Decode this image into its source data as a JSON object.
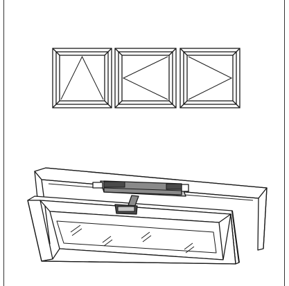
{
  "caption": "",
  "colors": {
    "line": "#1a1a1a",
    "frame_fill": "#ffffff",
    "border": "#333333",
    "actuator_dark": "#4a4a4a",
    "actuator_mid": "#8a8a8a",
    "actuator_light": "#c8c8c8"
  },
  "diagram": {
    "window_icons": [
      {
        "name": "window-icon-bottom-hung",
        "opening": "top-hinged-triangle"
      },
      {
        "name": "window-icon-side-hung-right",
        "opening": "left-pointing-triangle"
      },
      {
        "name": "window-icon-side-hung-left",
        "opening": "right-pointing-triangle"
      }
    ],
    "illustration": "window-with-chain-actuator"
  }
}
